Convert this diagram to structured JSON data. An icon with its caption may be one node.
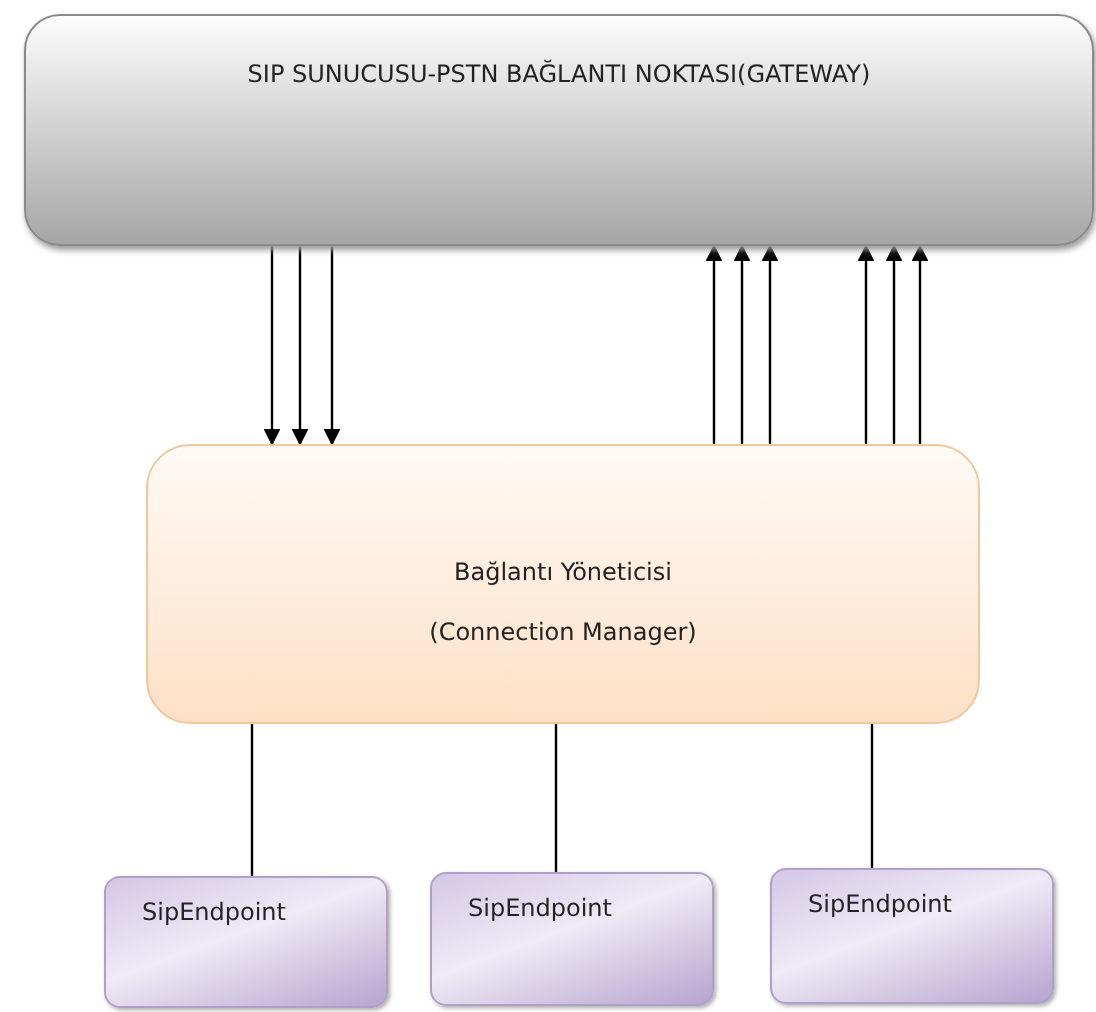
{
  "diagram": {
    "nodes": [
      {
        "text": [
          "SIP SUNUCUSU-PSTN BAĞLANTI NOKTASI(GATEWAY)"
        ]
      },
      {
        "text": [
          "Bağlantı Yöneticisi",
          "(Connection Manager)"
        ]
      },
      {
        "text": [
          "SipEndpoint"
        ]
      },
      {
        "text": [
          "SipEndpoint"
        ]
      },
      {
        "text": [
          "SipEndpoint"
        ]
      }
    ],
    "edges": [
      {
        "from": 0,
        "to": 1,
        "arrow": "to"
      },
      {
        "from": 0,
        "to": 1,
        "arrow": "to"
      },
      {
        "from": 0,
        "to": 1,
        "arrow": "to"
      },
      {
        "from": 1,
        "to": 0,
        "arrow": "to"
      },
      {
        "from": 1,
        "to": 0,
        "arrow": "to"
      },
      {
        "from": 1,
        "to": 0,
        "arrow": "to"
      },
      {
        "from": 1,
        "to": 0,
        "arrow": "to"
      },
      {
        "from": 1,
        "to": 0,
        "arrow": "to"
      },
      {
        "from": 1,
        "to": 0,
        "arrow": "to"
      },
      {
        "from": 1,
        "to": 2,
        "arrow": "none"
      },
      {
        "from": 1,
        "to": 3,
        "arrow": "none"
      },
      {
        "from": 1,
        "to": 4,
        "arrow": "none"
      }
    ]
  }
}
